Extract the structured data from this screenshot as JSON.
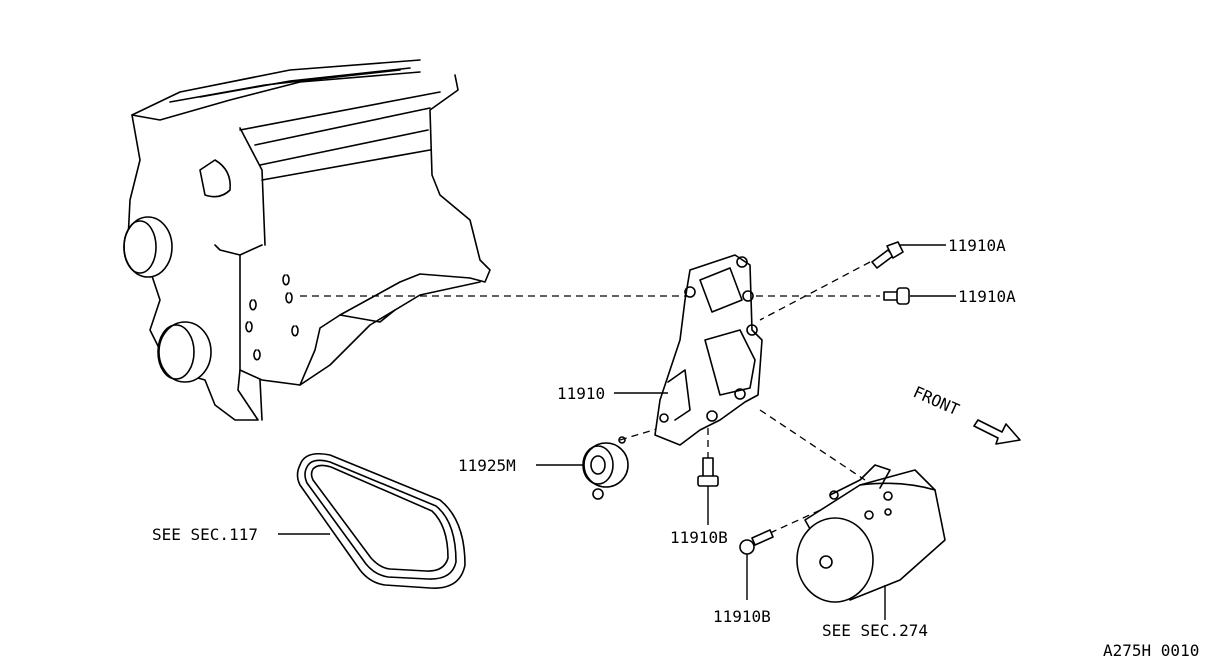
{
  "labels": {
    "bolt_upper": "11910A",
    "bolt_lower": "11910A",
    "bracket": "11910",
    "idler": "11925M",
    "bolt_b_upper": "11910B",
    "bolt_b_lower": "11910B",
    "belt_ref": "SEE SEC.117",
    "compressor_ref": "SEE SEC.274",
    "front": "FRONT",
    "figure_code": "A275H 0010"
  }
}
